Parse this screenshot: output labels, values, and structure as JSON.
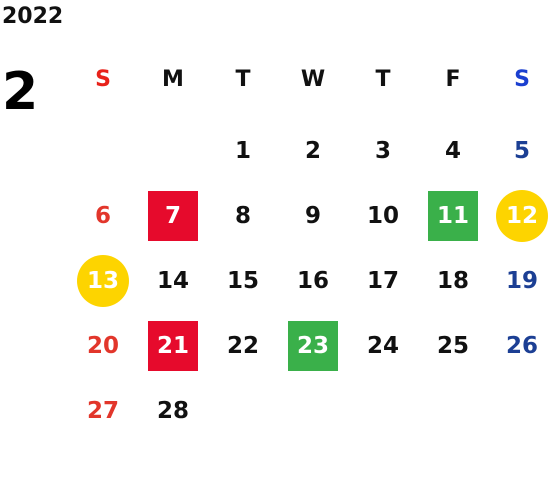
{
  "calendar": {
    "year": "2022",
    "month": "2",
    "weekdays": [
      {
        "label": "S",
        "color": "#e8221a"
      },
      {
        "label": "M",
        "color": "#111111"
      },
      {
        "label": "T",
        "color": "#111111"
      },
      {
        "label": "W",
        "color": "#111111"
      },
      {
        "label": "T",
        "color": "#111111"
      },
      {
        "label": "F",
        "color": "#111111"
      },
      {
        "label": "S",
        "color": "#1a3fd0"
      }
    ],
    "days": [
      {
        "day": "1",
        "weekday": 2,
        "week": 0,
        "color": "#111111"
      },
      {
        "day": "2",
        "weekday": 3,
        "week": 0,
        "color": "#111111"
      },
      {
        "day": "3",
        "weekday": 4,
        "week": 0,
        "color": "#111111"
      },
      {
        "day": "4",
        "weekday": 5,
        "week": 0,
        "color": "#111111"
      },
      {
        "day": "5",
        "weekday": 6,
        "week": 0,
        "color": "#1c3f94"
      },
      {
        "day": "6",
        "weekday": 0,
        "week": 1,
        "color": "#e2362b"
      },
      {
        "day": "7",
        "weekday": 1,
        "week": 1,
        "highlight": "square",
        "bg": "#e60a2c",
        "color": "#ffffff"
      },
      {
        "day": "8",
        "weekday": 2,
        "week": 1,
        "color": "#111111"
      },
      {
        "day": "9",
        "weekday": 3,
        "week": 1,
        "color": "#111111"
      },
      {
        "day": "10",
        "weekday": 4,
        "week": 1,
        "color": "#111111"
      },
      {
        "day": "11",
        "weekday": 5,
        "week": 1,
        "highlight": "square",
        "bg": "#3ab04a",
        "color": "#ffffff"
      },
      {
        "day": "12",
        "weekday": 6,
        "week": 1,
        "highlight": "circle",
        "bg": "#fdd400",
        "color": "#ffffff"
      },
      {
        "day": "13",
        "weekday": 0,
        "week": 2,
        "highlight": "circle",
        "bg": "#fdd400",
        "color": "#ffffff"
      },
      {
        "day": "14",
        "weekday": 1,
        "week": 2,
        "color": "#111111"
      },
      {
        "day": "15",
        "weekday": 2,
        "week": 2,
        "color": "#111111"
      },
      {
        "day": "16",
        "weekday": 3,
        "week": 2,
        "color": "#111111"
      },
      {
        "day": "17",
        "weekday": 4,
        "week": 2,
        "color": "#111111"
      },
      {
        "day": "18",
        "weekday": 5,
        "week": 2,
        "color": "#111111"
      },
      {
        "day": "19",
        "weekday": 6,
        "week": 2,
        "color": "#1c3f94"
      },
      {
        "day": "20",
        "weekday": 0,
        "week": 3,
        "color": "#e2362b"
      },
      {
        "day": "21",
        "weekday": 1,
        "week": 3,
        "highlight": "square",
        "bg": "#e60a2c",
        "color": "#ffffff"
      },
      {
        "day": "22",
        "weekday": 2,
        "week": 3,
        "color": "#111111"
      },
      {
        "day": "23",
        "weekday": 3,
        "week": 3,
        "highlight": "square",
        "bg": "#3ab04a",
        "color": "#ffffff"
      },
      {
        "day": "24",
        "weekday": 4,
        "week": 3,
        "color": "#111111"
      },
      {
        "day": "25",
        "weekday": 5,
        "week": 3,
        "color": "#111111"
      },
      {
        "day": "26",
        "weekday": 6,
        "week": 3,
        "color": "#1c3f94"
      },
      {
        "day": "27",
        "weekday": 0,
        "week": 4,
        "color": "#e2362b"
      },
      {
        "day": "28",
        "weekday": 1,
        "week": 4,
        "color": "#111111"
      }
    ]
  }
}
